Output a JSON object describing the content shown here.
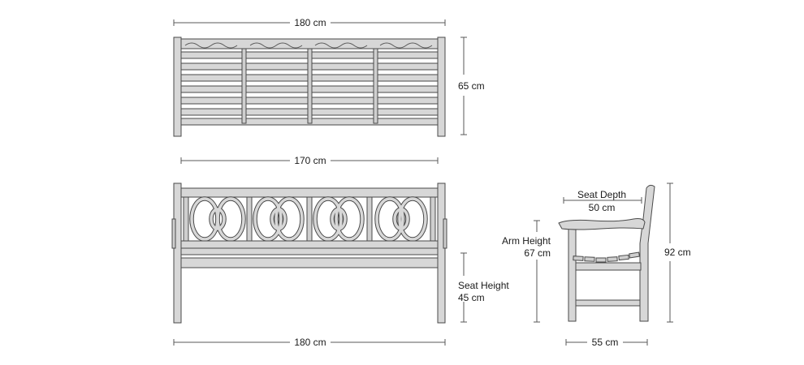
{
  "dimensions": {
    "top_width": "180 cm",
    "top_depth": "65 cm",
    "front_seat_width": "170 cm",
    "front_width": "180 cm",
    "seat_height_label": "Seat Height",
    "seat_height_value": "45 cm",
    "arm_height_label": "Arm Height",
    "arm_height_value": "67 cm",
    "seat_depth_label": "Seat Depth",
    "seat_depth_value": "50 cm",
    "total_height": "92 cm",
    "side_width": "55 cm"
  },
  "colors": {
    "wood": "#d7d7d7",
    "outline": "#4a4a4a",
    "dimension_line": "#5a5a5a"
  }
}
